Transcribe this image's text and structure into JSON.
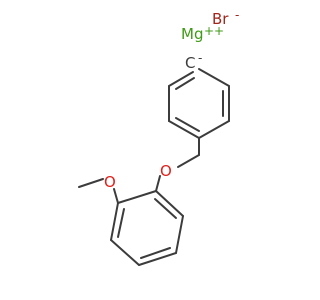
{
  "molecule": {
    "atoms": {
      "magnesium": {
        "symbol": "Mg",
        "charge": "++",
        "color": "#3f9b16"
      },
      "bromine": {
        "symbol": "Br",
        "charge": "-",
        "color": "#a0261c"
      },
      "carbanion": {
        "symbol": "C",
        "charge": "-",
        "color": "#3c3c3c"
      },
      "ether_oxygen": {
        "symbol": "O",
        "color": "#e0201b"
      },
      "methoxy_oxygen": {
        "symbol": "O",
        "color": "#e0201b"
      }
    },
    "bond_color": "#3c3c3c"
  }
}
